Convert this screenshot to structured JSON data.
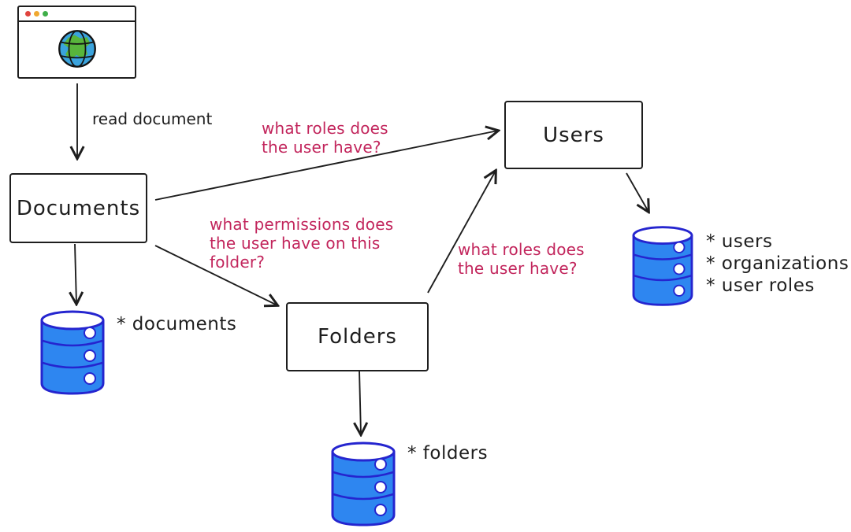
{
  "diagram": {
    "nodes": {
      "browser": {
        "type": "browser-window",
        "icon": "globe-icon"
      },
      "documents": {
        "label": "Documents"
      },
      "users": {
        "label": "Users"
      },
      "folders": {
        "label": "Folders"
      }
    },
    "edges": [
      {
        "id": "browser-documents",
        "from": "browser",
        "to": "documents",
        "label": "read document",
        "label_color": "ink"
      },
      {
        "id": "documents-users",
        "from": "documents",
        "to": "users",
        "label": "what roles does\nthe user have?",
        "label_color": "annotation"
      },
      {
        "id": "documents-folders",
        "from": "documents",
        "to": "folders",
        "label": "what permissions does\nthe user have on this\nfolder?",
        "label_color": "annotation"
      },
      {
        "id": "folders-users",
        "from": "folders",
        "to": "users",
        "label": "what roles does\nthe user have?",
        "label_color": "annotation"
      },
      {
        "id": "documents-documents_db",
        "from": "documents",
        "to": "documents_db",
        "label": ""
      },
      {
        "id": "users-users_db",
        "from": "users",
        "to": "users_db",
        "label": ""
      },
      {
        "id": "folders-folders_db",
        "from": "folders",
        "to": "folders_db",
        "label": ""
      }
    ],
    "databases": {
      "documents_db": {
        "icon": "database-icon",
        "items": [
          "* documents"
        ]
      },
      "users_db": {
        "icon": "database-icon",
        "items": [
          "* users",
          "* organizations",
          "* user roles"
        ]
      },
      "folders_db": {
        "icon": "database-icon",
        "items": [
          "* folders"
        ]
      }
    },
    "colors": {
      "ink": "#1e1e1e",
      "annotation": "#c2255c",
      "db_fill": "#2e86f0",
      "db_stroke": "#2525cf",
      "dot_red": "#e0433d",
      "dot_yellow": "#f0a830",
      "dot_green": "#3fae49",
      "globe_ocean": "#3aa3dd",
      "globe_land": "#58b53c"
    }
  }
}
